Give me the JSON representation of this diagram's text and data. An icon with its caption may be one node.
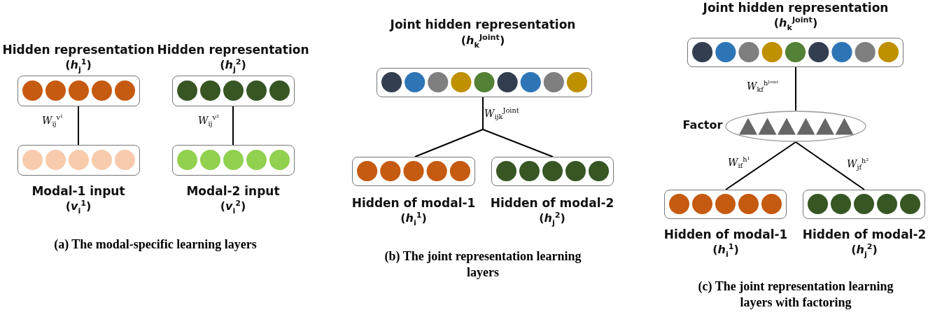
{
  "diagram": {
    "nodes": [
      {
        "text": [
          "Hidden representation",
          "(*h*$_{j}$$^{1}$)"
        ]
      },
      {
        "text": [
          "Hidden representation",
          "(*h*$_{j}$$^{2}$)"
        ]
      },
      {
        "text": [
          "Modal-1 input",
          "(*v*$_{i}$$^{1}$)"
        ]
      },
      {
        "text": [
          "Modal-2 input",
          "(*v*$_{i}$$^{2}$)"
        ]
      },
      {
        "text": [
          "Joint hidden representation",
          "(*h*$_{k}$$^{Joint}$)"
        ]
      },
      {
        "text": [
          "Hidden of modal-1",
          "(*h*$_{i}$$^{1}$)"
        ]
      },
      {
        "text": [
          "Hidden of modal-2",
          "(*h*$_{j}$$^{2}$)"
        ]
      },
      {
        "text": [
          "Joint hidden representation",
          "(*h*$_{k}$$^{Joint}$)"
        ]
      },
      {
        "text": [
          "Factor"
        ]
      },
      {
        "text": [
          "Hidden of modal-1",
          "(*h*$_{i}$$^{1}$)"
        ]
      },
      {
        "text": [
          "Hidden of modal-2",
          "(*h*$_{j}$$^{2}$)"
        ]
      }
    ],
    "edges": [
      {
        "from": 0,
        "to": 2,
        "arrow": "none",
        "label": "*W*$_{ij}$$^{v¹}$"
      },
      {
        "from": 1,
        "to": 3,
        "arrow": "none",
        "label": "*W*$_{ij}$$^{v²}$"
      },
      {
        "from": 4,
        "to": 5,
        "arrow": "none",
        "label": "*W*$_{ijk}$$^{Joint}$"
      },
      {
        "from": 4,
        "to": 6,
        "arrow": "none"
      },
      {
        "from": 7,
        "to": 8,
        "arrow": "none",
        "label": "*W*$_{kf}$$^{hᴶᵒⁱⁿᵗ}$"
      },
      {
        "from": 8,
        "to": 9,
        "arrow": "none",
        "label": "*W*$_{if}$$^{h¹}$"
      },
      {
        "from": 8,
        "to": 10,
        "arrow": "none",
        "label": "*W*$_{jf}$$^{h²}$"
      }
    ],
    "labels": [
      "(a) The modal-specific learning layers",
      "(b) The joint representation learning layers",
      "(c) The joint representation learning layers with factoring"
    ]
  }
}
